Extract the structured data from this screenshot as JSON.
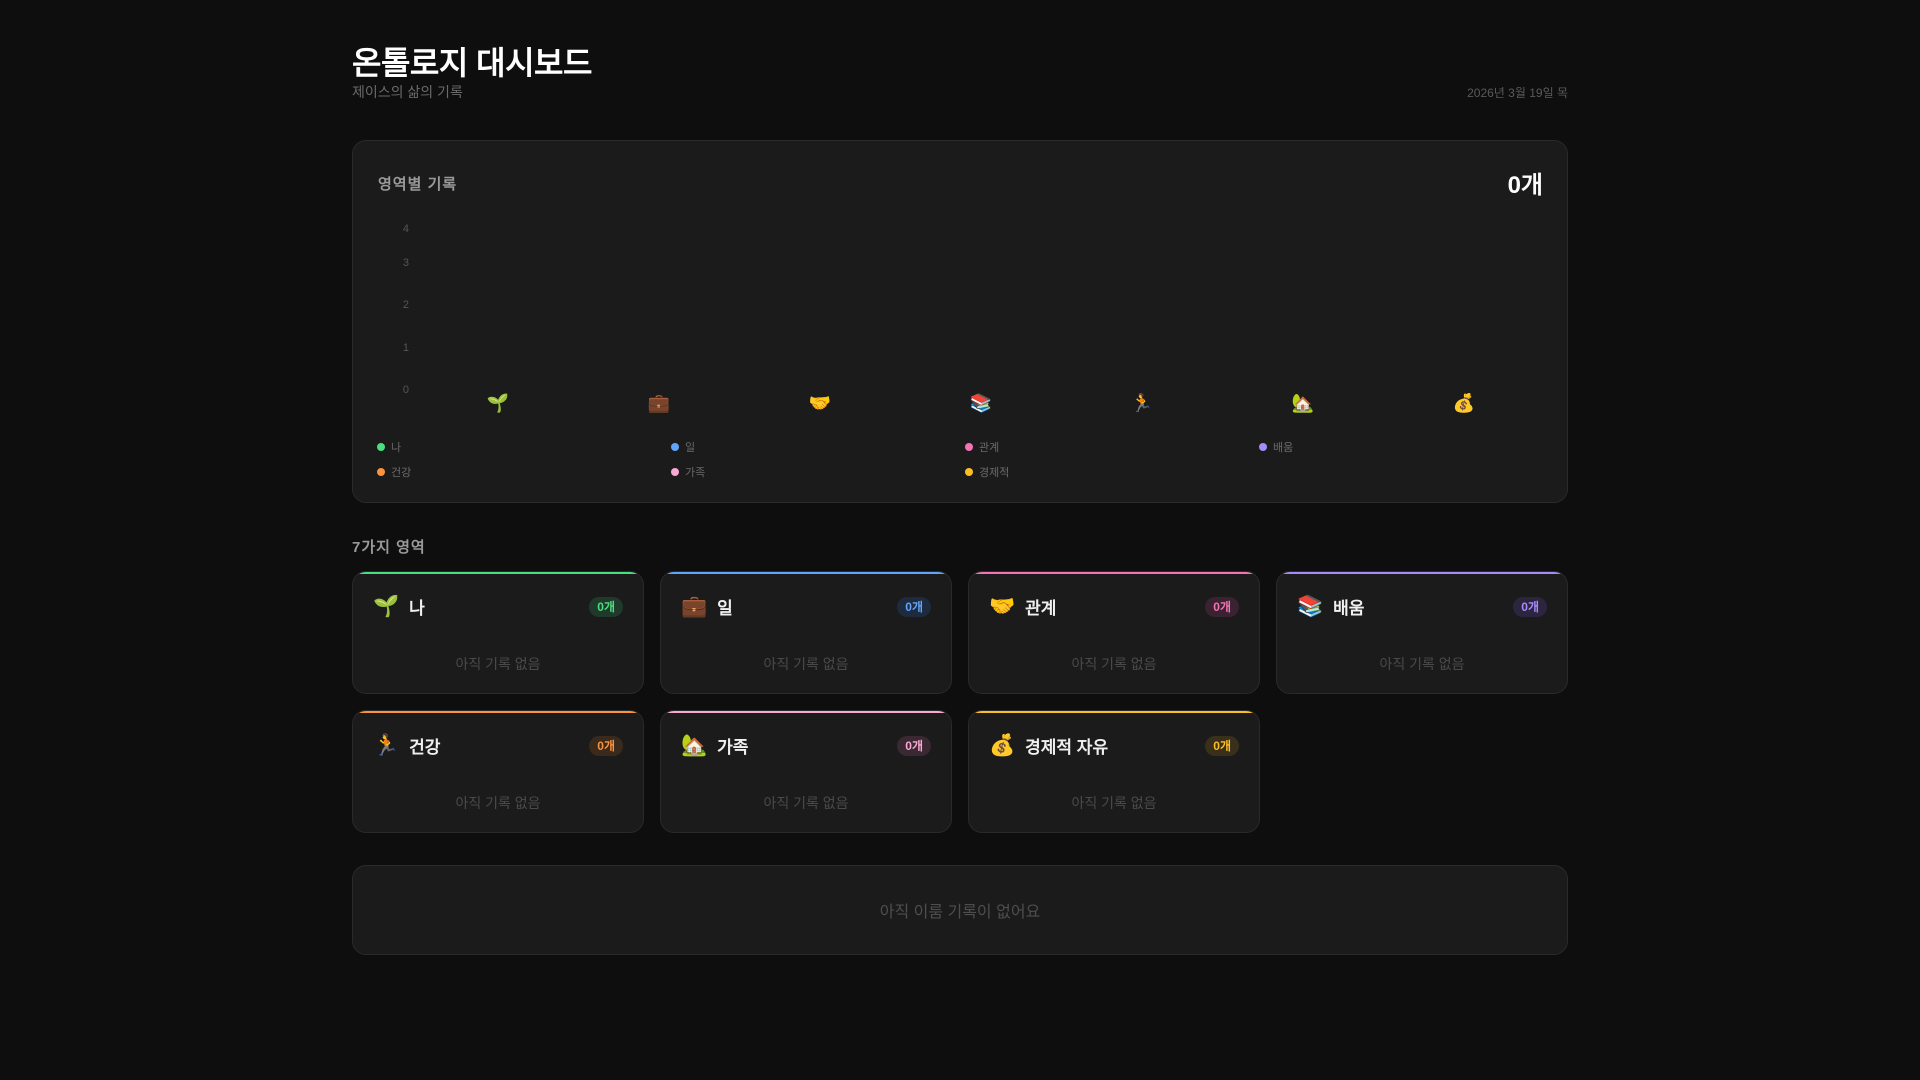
{
  "header": {
    "title": "온톨로지 대시보드",
    "subtitle": "제이스의 삶의 기록",
    "date": "2026년 3월 19일 목"
  },
  "chart": {
    "title": "영역별 기록",
    "total": "0개",
    "y_ticks": [
      "4",
      "3",
      "2",
      "1",
      "0"
    ],
    "x_icons": [
      "🌱",
      "💼",
      "🤝",
      "📚",
      "🏃",
      "🏡",
      "💰"
    ],
    "legend": [
      {
        "label": "나",
        "color": "#4ade80"
      },
      {
        "label": "일",
        "color": "#60a5fa"
      },
      {
        "label": "관계",
        "color": "#f472b6"
      },
      {
        "label": "배움",
        "color": "#a78bfa"
      },
      {
        "label": "건강",
        "color": "#fb923c"
      },
      {
        "label": "가족",
        "color": "#f9a8d4"
      },
      {
        "label": "경제적",
        "color": "#fbbf24"
      }
    ]
  },
  "chart_data": {
    "type": "bar",
    "title": "영역별 기록",
    "categories": [
      "나",
      "일",
      "관계",
      "배움",
      "건강",
      "가족",
      "경제적"
    ],
    "category_icons": [
      "🌱",
      "💼",
      "🤝",
      "📚",
      "🏃",
      "🏡",
      "💰"
    ],
    "values": [
      0,
      0,
      0,
      0,
      0,
      0,
      0
    ],
    "colors": [
      "#4ade80",
      "#60a5fa",
      "#f472b6",
      "#a78bfa",
      "#fb923c",
      "#f9a8d4",
      "#fbbf24"
    ],
    "xlabel": "",
    "ylabel": "",
    "y_ticks": [
      0,
      1,
      2,
      3,
      4
    ],
    "ylim": [
      0,
      4
    ],
    "grid": false,
    "legend_position": "bottom",
    "total_label": "0개"
  },
  "areas_section": {
    "title": "7가지 영역",
    "empty_text": "아직 기록 없음",
    "areas": [
      {
        "emoji": "🌱",
        "name": "나",
        "count": "0개",
        "color": "#4ade80",
        "badge_bg": "#1f3a2a"
      },
      {
        "emoji": "💼",
        "name": "일",
        "count": "0개",
        "color": "#60a5fa",
        "badge_bg": "#1e2a3d"
      },
      {
        "emoji": "🤝",
        "name": "관계",
        "count": "0개",
        "color": "#f472b6",
        "badge_bg": "#3a2230"
      },
      {
        "emoji": "📚",
        "name": "배움",
        "count": "0개",
        "color": "#a78bfa",
        "badge_bg": "#2c2540"
      },
      {
        "emoji": "🏃",
        "name": "건강",
        "count": "0개",
        "color": "#fb923c",
        "badge_bg": "#3a2a1c"
      },
      {
        "emoji": "🏡",
        "name": "가족",
        "count": "0개",
        "color": "#f9a8d4",
        "badge_bg": "#3a2833"
      },
      {
        "emoji": "💰",
        "name": "경제적 자유",
        "count": "0개",
        "color": "#fbbf24",
        "badge_bg": "#3a301a"
      }
    ]
  },
  "achievements": {
    "empty_text": "아직 이룸 기록이 없어요"
  }
}
